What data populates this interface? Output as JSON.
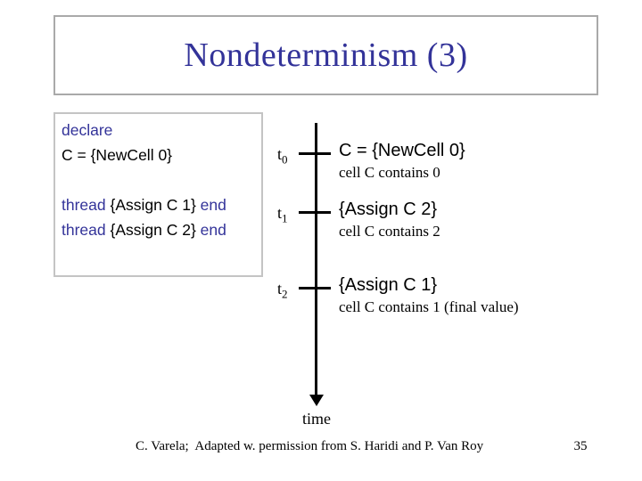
{
  "slide": {
    "title": "Nondeterminism (3)"
  },
  "code_box": {
    "line1": {
      "kw": "declare"
    },
    "line2": {
      "plain": "C = {NewCell 0}"
    },
    "line4": {
      "kw1": "thread ",
      "plain": "{Assign C 1}",
      "kw2": " end"
    },
    "line5": {
      "kw1": "thread ",
      "plain": "{Assign C 2}",
      "kw2": " end"
    }
  },
  "timeline": {
    "axis_label": "time",
    "events": [
      {
        "time_var": "t",
        "time_sub": "0",
        "action": "C = {NewCell 0}",
        "state": "cell C contains 0"
      },
      {
        "time_var": "t",
        "time_sub": "1",
        "action": "{Assign C 2}",
        "state": "cell C contains 2"
      },
      {
        "time_var": "t",
        "time_sub": "2",
        "action": "{Assign C 1}",
        "state": "cell C contains 1 (final value)"
      }
    ]
  },
  "footer": {
    "credit": "C. Varela;  Adapted w. permission from S. Haridi and P. Van Roy",
    "page_number": "35"
  },
  "colors": {
    "title_text": "#333399",
    "keyword_text": "#333399",
    "body_text": "#000000",
    "title_box_border": "#a9a9a9",
    "code_box_border": "#c4c4c4",
    "background": "#ffffff"
  }
}
